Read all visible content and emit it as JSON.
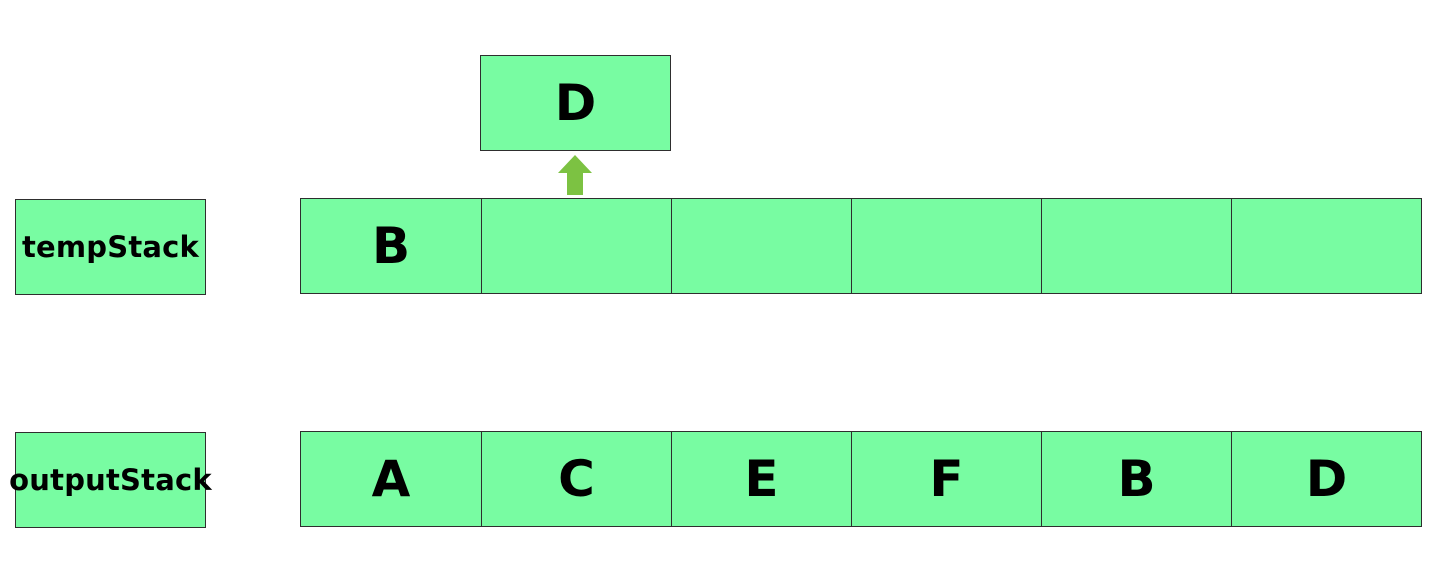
{
  "temp_stack": {
    "label": "tempStack",
    "cells": [
      "B",
      "",
      "",
      "",
      "",
      ""
    ]
  },
  "output_stack": {
    "label": "outputStack",
    "cells": [
      "A",
      "C",
      "E",
      "F",
      "B",
      "D"
    ]
  },
  "popped": {
    "value": "D",
    "arrow_icon": "up-arrow-icon"
  },
  "colors": {
    "cell_fill": "#78fca2",
    "border": "#2e2e2e",
    "arrow": "#7cc242",
    "text": "#000000"
  }
}
